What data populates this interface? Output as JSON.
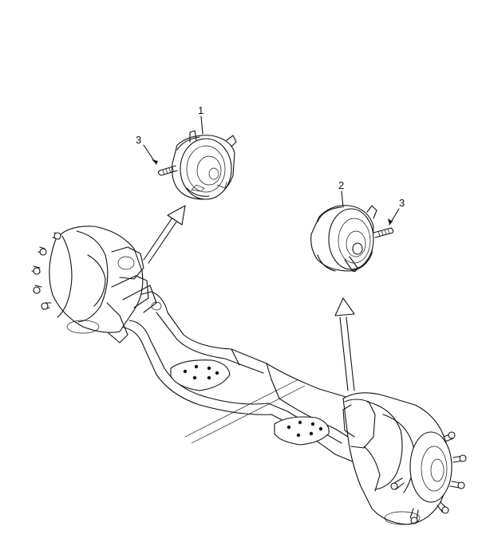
{
  "callouts": {
    "chamber_left": "1",
    "chamber_right": "2",
    "stud_left": "3",
    "stud_right": "3"
  },
  "colors": {
    "line": "#111111",
    "background": "#ffffff"
  }
}
